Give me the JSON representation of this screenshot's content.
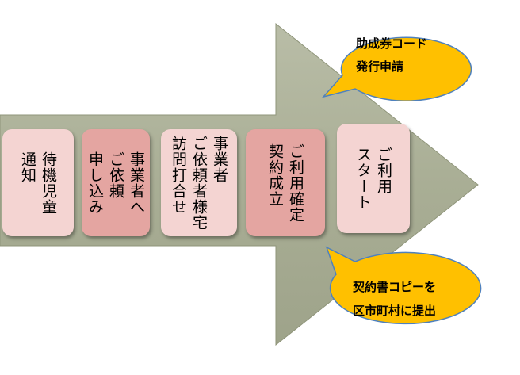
{
  "colors": {
    "arrow": "#a9ae95",
    "arrow_edge": "#8f957a",
    "step_light": "#f4d4d2",
    "step_dark": "#e4a5a1",
    "callout": "#ffc000",
    "callout_edge": "#4f81bd"
  },
  "steps": [
    {
      "label": "待機児童\n通知",
      "color": "#f4d4d2"
    },
    {
      "label": "事業者へ\nご依頼\n申し込み",
      "color": "#e4a5a1"
    },
    {
      "label": "事業者\nご依頼者様宅\n訪問打合せ",
      "color": "#f4d4d2"
    },
    {
      "label": "ご利用確定\n契約成立",
      "color": "#e4a5a1"
    },
    {
      "label": "ご利用\nスタート",
      "color": "#f4d4d2"
    }
  ],
  "callouts": {
    "top": {
      "line1": "助成券コード",
      "line2": "発行申請"
    },
    "bottom": {
      "line1": "契約書コピーを",
      "line2": "区市町村に提出"
    }
  }
}
